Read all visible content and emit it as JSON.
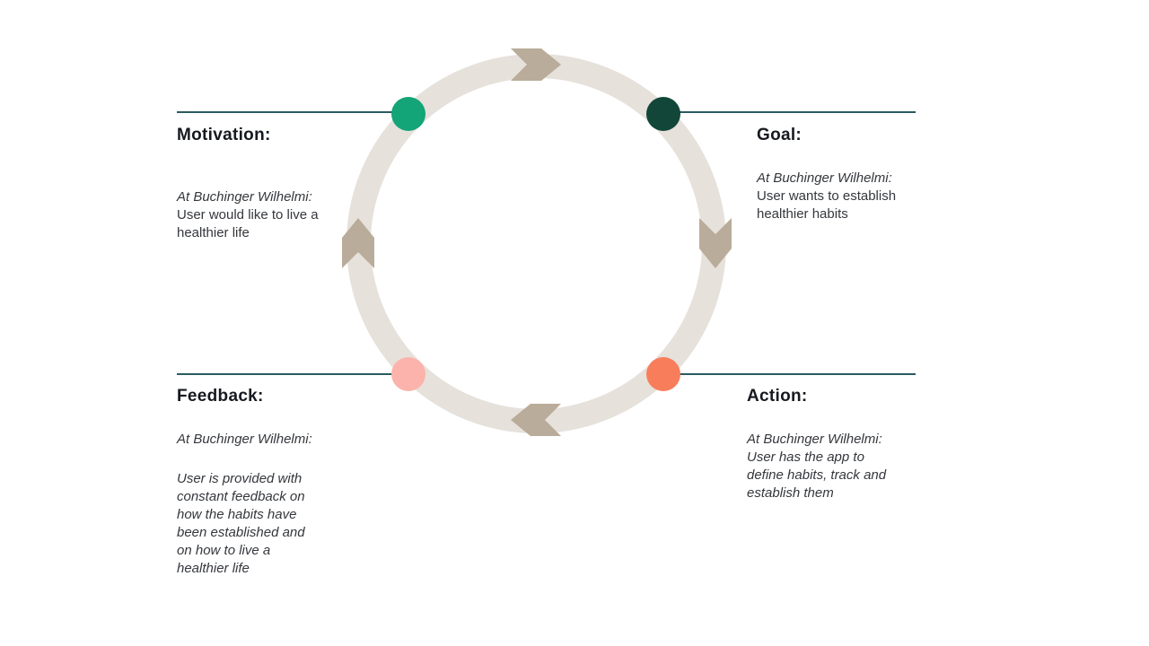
{
  "diagram": {
    "type": "cycle",
    "cycle": {
      "direction": "clockwise",
      "ring_color": "#e6e1db",
      "arrow_color": "#b9ac9a",
      "line_color": "#2b5a60",
      "heading_color": "#16191f",
      "body_color": "#34373c"
    },
    "sections": [
      {
        "id": "motivation",
        "label": "Motivation:",
        "intro": "At Buchinger Wilhelmi:",
        "body": "User would like to live a\nhealthier life",
        "dot_color": "#13a477"
      },
      {
        "id": "goal",
        "label": "Goal:",
        "intro": "At Buchinger Wilhelmi:",
        "body": "User wants to establish\nhealthier habits",
        "dot_color": "#114639"
      },
      {
        "id": "feedback",
        "label": "Feedback:",
        "intro": "At Buchinger Wilhelmi:",
        "body": "User is provided with\nconstant feedback on\nhow the habits have\nbeen established and\non how to live a\nhealthier life",
        "dot_color": "#fbb3ab"
      },
      {
        "id": "action",
        "label": "Action:",
        "intro": "At Buchinger Wilhelmi:",
        "body": "User has the app to\ndefine habits, track and\nestablish them",
        "dot_color": "#f87e5b"
      }
    ]
  }
}
